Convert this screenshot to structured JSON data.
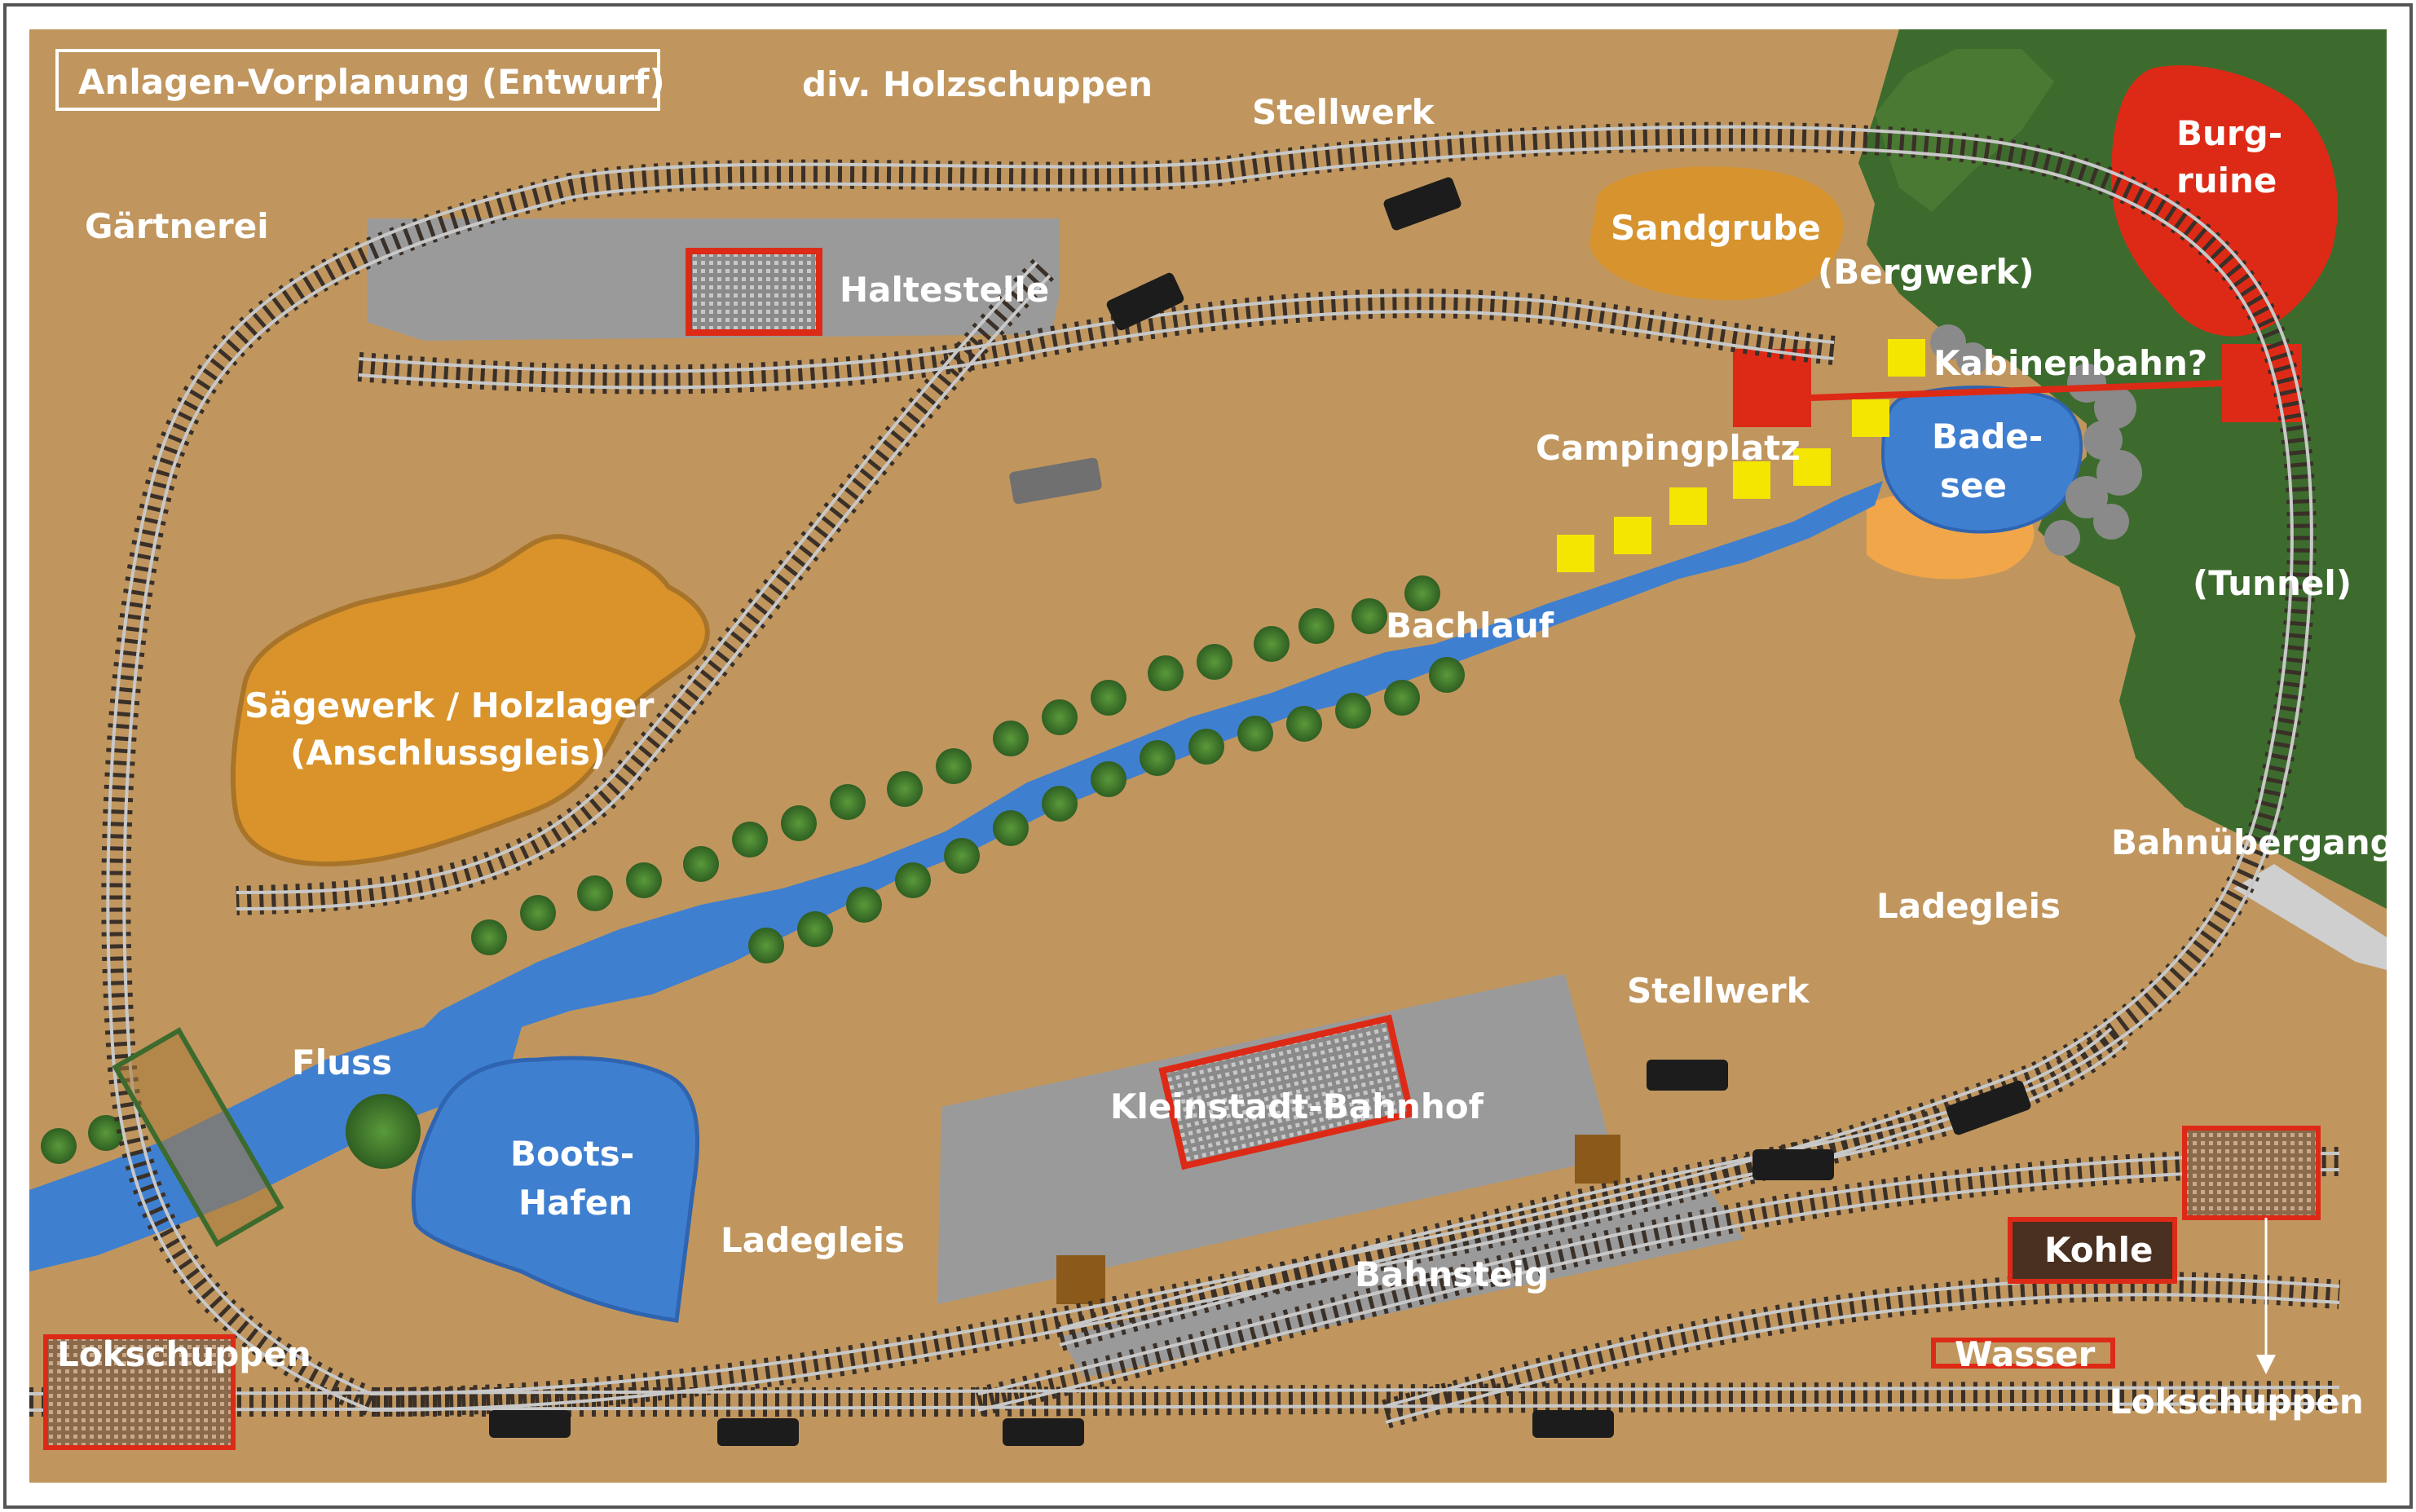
{
  "title": "Anlagen-Vorplanung (Entwurf)",
  "labels": {
    "holzschuppen": "div. Holzschuppen",
    "stellwerk_top": "Stellwerk",
    "gaertnerei": "Gärtnerei",
    "haltestelle": "Haltestelle",
    "sandgrube": "Sandgrube",
    "bergwerk": "(Bergwerk)",
    "burg_1": "Burg-",
    "burg_2": "ruine",
    "kabinenbahn": "Kabinenbahn?",
    "campingplatz": "Campingplatz",
    "badesee_1": "Bade-",
    "badesee_2": "see",
    "tunnel": "(Tunnel)",
    "bachlauf": "Bachlauf",
    "saegewerk_1": "Sägewerk / Holzlager",
    "saegewerk_2": "(Anschlussgleis)",
    "bahnuebergang": "Bahnübergang",
    "ladegleis_right": "Ladegleis",
    "stellwerk_bottom": "Stellwerk",
    "fluss": "Fluss",
    "bootshafen_1": "Boots-",
    "bootshafen_2": "Hafen",
    "kleinstadt": "Kleinstadt-Bahnhof",
    "ladegleis_left": "Ladegleis",
    "bahnsteig": "Bahnsteig",
    "kohle": "Kohle",
    "lokschuppen_left": "Lokschuppen",
    "wasser": "Wasser",
    "lokschuppen_right": "Lokschuppen"
  },
  "colors": {
    "board": "#c49a62",
    "water": "#3f7fd0",
    "grass": "#3d6b2e",
    "building_red": "#dd2a16",
    "sand": "#d9932a",
    "platform_gray": "#9a9a9a",
    "camping_yellow": "#f4e600",
    "text": "#ffffff",
    "rail": "#bcbcbc",
    "sleeper": "#3a3028"
  }
}
